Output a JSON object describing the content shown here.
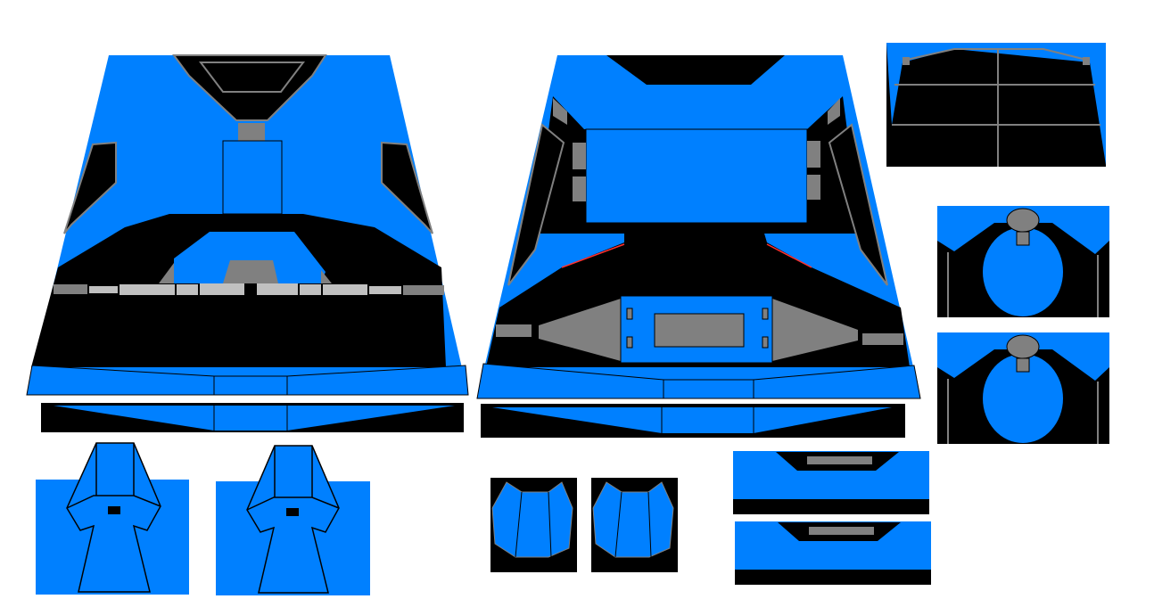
{
  "template": {
    "colors": {
      "background": "#ffffff",
      "primary": "#0080ff",
      "dark": "#000000",
      "trim": "#808080",
      "trim_light": "#c0c0c0",
      "accent_line": "#ff3030"
    },
    "parts": [
      "torso-front",
      "torso-front-strip",
      "torso-back",
      "torso-back-strip",
      "top-panel",
      "arm-panel-upper",
      "arm-panel-lower",
      "leg-panel-left",
      "leg-panel-right",
      "small-panel-left",
      "small-panel-right",
      "side-panel-upper",
      "side-panel-lower"
    ]
  }
}
